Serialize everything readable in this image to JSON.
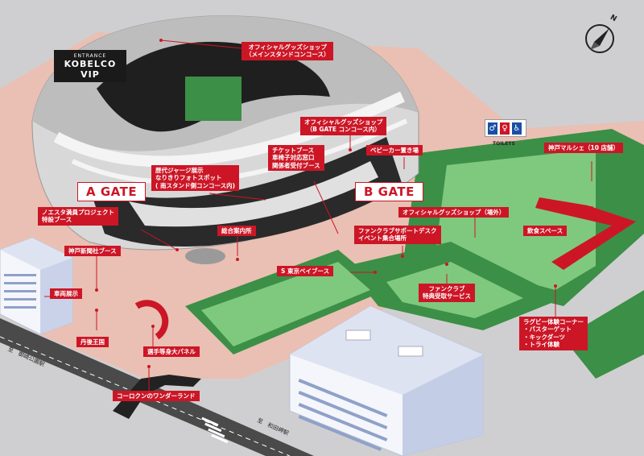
{
  "labels": {
    "shop_main": [
      "オフィシャルグッズショップ",
      "（メインスタンドコンコース）"
    ],
    "shop_bgate": [
      "オフィシャルグッズショップ",
      "（B GATE コンコース内）"
    ],
    "ticket_booth": [
      "チケットブース",
      "車椅子対応窓口",
      "関係者受付ブース"
    ],
    "stroller": "ベビーカー置き場",
    "kobe_marche": "神戸マルシェ（10 店舗）",
    "jersey": [
      "歴代ジャージ展示",
      "なりきりフォトスポット",
      "( 南スタンド側コンコース内)"
    ],
    "noesta": [
      "ノエスタ満員プロジェクト",
      "特設ブース"
    ],
    "info_center": "総合案内所",
    "fanclub_desk": [
      "ファンクラブサポートデスク",
      "イベント集合場所"
    ],
    "shop_outdoor": "オフィシャルグッズショップ（場外）",
    "eating": "飲食スペース",
    "kobe_shinbun": "神戸新聞社ブース",
    "s_tokyo": "S 東京ベイブース",
    "vehicle": "車両展示",
    "fanclub_benefit": [
      "ファンクラブ",
      "特典受取サービス"
    ],
    "tanba": "丹後王国",
    "panel": "選手等身大パネル",
    "rugby": [
      "ラグビー体験コーナー",
      "・パスターゲット",
      "・キックダーツ",
      "・トライ体験"
    ],
    "korokun": "コーロクンのワンダーランド"
  },
  "gates": {
    "a": "A GATE",
    "b": "B GATE"
  },
  "vip": {
    "line1": "ENTRANCE",
    "line2": "KOBELCO VIP"
  },
  "toilets": "TOILETS",
  "compass": "N",
  "roads": {
    "left": "至　御崎公園駅",
    "right": "至　和田岬駅"
  },
  "colors": {
    "accent": "#cc1626",
    "grass": "#3c8f46",
    "plaza": "#e9c0b3",
    "road": "#3a3a3a"
  },
  "icons": [
    "compass-icon",
    "male-toilet-icon",
    "female-toilet-icon",
    "wheelchair-icon"
  ]
}
